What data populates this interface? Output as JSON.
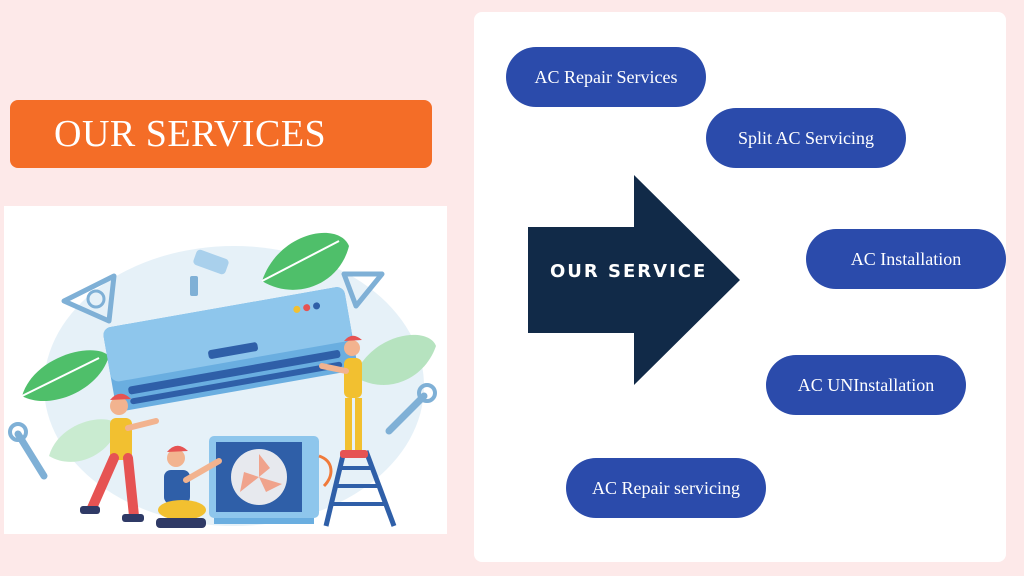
{
  "title": "OUR SERVICES",
  "arrow_label": "OUR SERVICE",
  "services": [
    "AC Repair Services",
    "Split AC Servicing",
    "AC Installation",
    "AC UNInstallation",
    "AC Repair servicing"
  ],
  "colors": {
    "background": "#fde9e9",
    "title_banner": "#f46d27",
    "pill": "#2b4bab",
    "arrow": "#112a48",
    "panel": "#ffffff"
  },
  "illustration": {
    "icons": [
      "protractor-icon",
      "paint-roller-icon",
      "triangle-ruler-icon",
      "wrench-icon",
      "air-conditioner-icon",
      "outdoor-unit-icon",
      "ladder-icon",
      "technician-icon"
    ]
  }
}
